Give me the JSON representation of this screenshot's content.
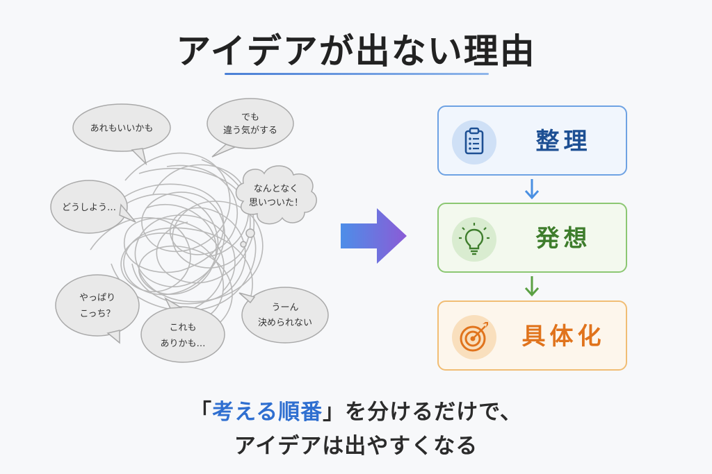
{
  "title": "アイデアが出ない理由",
  "bubbles": [
    {
      "lines": [
        "あれもいいかも"
      ]
    },
    {
      "lines": [
        "でも",
        "違う気がする"
      ]
    },
    {
      "lines": [
        "どうしよう…"
      ]
    },
    {
      "lines": [
        "なんとなく",
        "思いついた！"
      ]
    },
    {
      "lines": [
        "やっぱり",
        "こっち？"
      ]
    },
    {
      "lines": [
        "これも",
        "ありかも…"
      ]
    },
    {
      "lines": [
        "うーん",
        "決められない"
      ]
    }
  ],
  "steps": [
    {
      "label": "整理",
      "icon": "clipboard-icon",
      "color": "#1d4f93"
    },
    {
      "label": "発想",
      "icon": "lightbulb-icon",
      "color": "#3e7d2c"
    },
    {
      "label": "具体化",
      "icon": "target-icon",
      "color": "#e0731c"
    }
  ],
  "caption": {
    "open_bracket": "「",
    "highlight": "考える順番",
    "line1_rest": "」を分けるだけで、",
    "line2": "アイデアは出やすくなる"
  },
  "colors": {
    "accent_blue": "#2f6fd0",
    "step1": "#6ea2e3",
    "step2": "#8cc772",
    "step3": "#f1bd74"
  }
}
